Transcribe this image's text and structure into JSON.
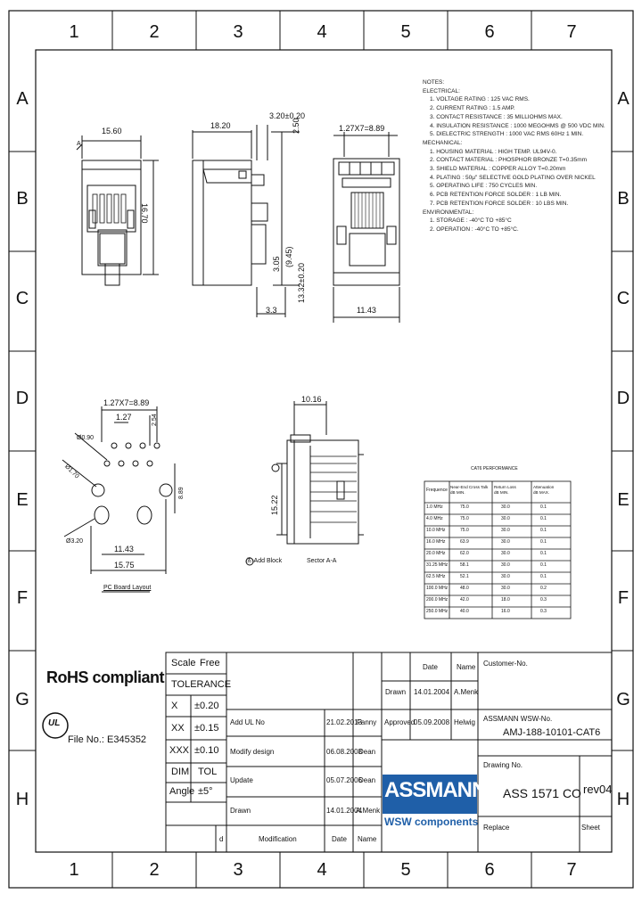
{
  "zones": {
    "columns": [
      "1",
      "2",
      "3",
      "4",
      "5",
      "6",
      "7"
    ],
    "rows": [
      "A",
      "B",
      "C",
      "D",
      "E",
      "F",
      "G",
      "H"
    ]
  },
  "notes": {
    "lines": [
      "NOTES:",
      "ELECTRICAL:",
      "1. VOLTAGE RATING : 125 VAC RMS.",
      "2. CURRENT RATING : 1.5 AMP.",
      "3. CONTACT RESISTANCE : 35 MILLIOHMS MAX.",
      "4. INSULATION RESISTANCE : 1000 MEGOHMS @ 500 VDC MIN.",
      "5. DIELECTRIC STRENGTH : 1000 VAC RMS 60Hz 1 MIN.",
      "MECHANICAL:",
      "1. HOUSING MATERIAL : HIGH TEMP. UL94V-0.",
      "2. CONTACT MATERIAL : PHOSPHOR BRONZE T=0.35mm",
      "3. SHIELD MATERIAL : COPPER ALLOY T=0.20mm",
      "4. PLATING : 50μ\" SELECTIVE GOLD PLATING OVER NICKEL",
      "5. OPERATING LIFE : 750 CYCLES MIN.",
      "6. PCB RETENTION FORCE SOLDER : 1 LB MIN.",
      "7. PCB RETENTION FORCE SOLDER : 10 LBS MIN.",
      "ENVIRONMENTAL:",
      "1. STORAGE : -40°C TO +85°C",
      "2. OPERATION : -40°C TO +85°C."
    ]
  },
  "dims": {
    "front_width": "15.60",
    "front_height": "16.70",
    "front_a": "A",
    "side_depth": "18.20",
    "side_tab": "3.20±0.20",
    "side_h1": "2.50",
    "side_h2": "3.05",
    "side_h3": "(9.45)",
    "side_h4": "13.32±0.20",
    "side_bottom": "3.3",
    "back_pitch": "1.27X7=8.89",
    "back_bottom": "11.43",
    "pcb_pitch": "1.27X7=8.89",
    "pcb_pitch2": "1.27",
    "pcb_offset": "2.54",
    "pcb_hole": "Ø0.90",
    "pcb_hole2": "Ø1.70",
    "pcb_hole3": "Ø3.20",
    "pcb_height": "8.89",
    "pcb_w1": "11.43",
    "pcb_w2": "15.75",
    "pcb_caption": "PC Board Layout",
    "sec_top": "10.16",
    "sec_side": "15.22",
    "sec_caption1": "Ⓐ Add Block",
    "sec_caption2": "Sector A-A"
  },
  "perf_table": {
    "title": "CAT6 PERFORMANCE",
    "headers": [
      "Frequence",
      "Near-End Cross Talk\ndB MIN.",
      "Return Loss\ndB MIN.",
      "Attenuation\ndB MAX."
    ],
    "rows": [
      [
        "1.0 MHz",
        "75.0",
        "30.0",
        "0.1"
      ],
      [
        "4.0 MHz",
        "75.0",
        "30.0",
        "0.1"
      ],
      [
        "10.0 MHz",
        "75.0",
        "30.0",
        "0.1"
      ],
      [
        "16.0 MHz",
        "63.9",
        "30.0",
        "0.1"
      ],
      [
        "20.0 MHz",
        "62.0",
        "30.0",
        "0.1"
      ],
      [
        "31.25 MHz",
        "58.1",
        "30.0",
        "0.1"
      ],
      [
        "62.5 MHz",
        "52.1",
        "30.0",
        "0.1"
      ],
      [
        "100.0 MHz",
        "48.0",
        "30.0",
        "0.2"
      ],
      [
        "200.0 MHz",
        "42.0",
        "18.0",
        "0.3"
      ],
      [
        "250.0 MHz",
        "40.0",
        "16.0",
        "0.3"
      ]
    ]
  },
  "title_block": {
    "rohs": "RoHS compliant",
    "ul_mark": "UL",
    "file_no": "File No.: E345352",
    "scale_label": "Scale",
    "scale_value": "Free",
    "tolerance_label": "TOLERANCE",
    "tol_rows": [
      {
        "k": "X",
        "v": "±0.20"
      },
      {
        "k": "XX",
        "v": "±0.15"
      },
      {
        "k": "XXX",
        "v": "±0.10"
      },
      {
        "k": "DIM",
        "v": "TOL"
      },
      {
        "k": "Angle",
        "v": "±5°"
      }
    ],
    "revisions": [
      {
        "letter": "",
        "mod": "Add UL No",
        "date": "21.02.2013",
        "name": "Fanny"
      },
      {
        "letter": "",
        "mod": "Modify design",
        "date": "06.08.2008",
        "name": "Dean"
      },
      {
        "letter": "",
        "mod": "Update",
        "date": "05.07.2006",
        "name": "Dean"
      },
      {
        "letter": "",
        "mod": "Drawn",
        "date": "14.01.2004",
        "name": "A.Menk"
      }
    ],
    "col_d": "d",
    "col_mod": "Modification",
    "col_date": "Date",
    "col_name": "Name",
    "date_header": "Date",
    "name_header": "Name",
    "drawn_label": "Drawn",
    "drawn_date": "14.01.2004",
    "drawn_name": "A.Menk",
    "approved_label": "Approved",
    "approved_date": "05.09.2008",
    "approved_name": "Helwig",
    "customer_no_label": "Customer-No.",
    "assmann_no_label": "ASSMANN WSW-No.",
    "part_no": "AMJ-188-10101-CAT6",
    "drawing_no_label": "Drawing No.",
    "drawing_no": "ASS 1571 CO",
    "revision": "rev04",
    "replace_label": "Replace",
    "sheet_label": "Sheet",
    "logo_top": "ASSMANN",
    "logo_bottom": "WSW components",
    "brand_color": "#1f5fa8"
  }
}
